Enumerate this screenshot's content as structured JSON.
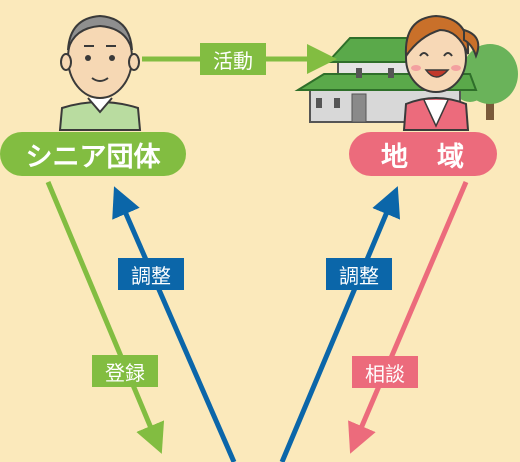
{
  "colors": {
    "background": "#fbe9bb",
    "green": "#82bd41",
    "blue": "#0b66a9",
    "pink": "#ec6b7c"
  },
  "nodes": {
    "senior_group": "シニア団体",
    "region": "地　域"
  },
  "arrows": {
    "activity": "活動",
    "adjust_left": "調整",
    "adjust_right": "調整",
    "register": "登録",
    "consult": "相談"
  },
  "icons": [
    "elderly-man-icon",
    "house-icon",
    "tree-icon",
    "woman-icon"
  ]
}
